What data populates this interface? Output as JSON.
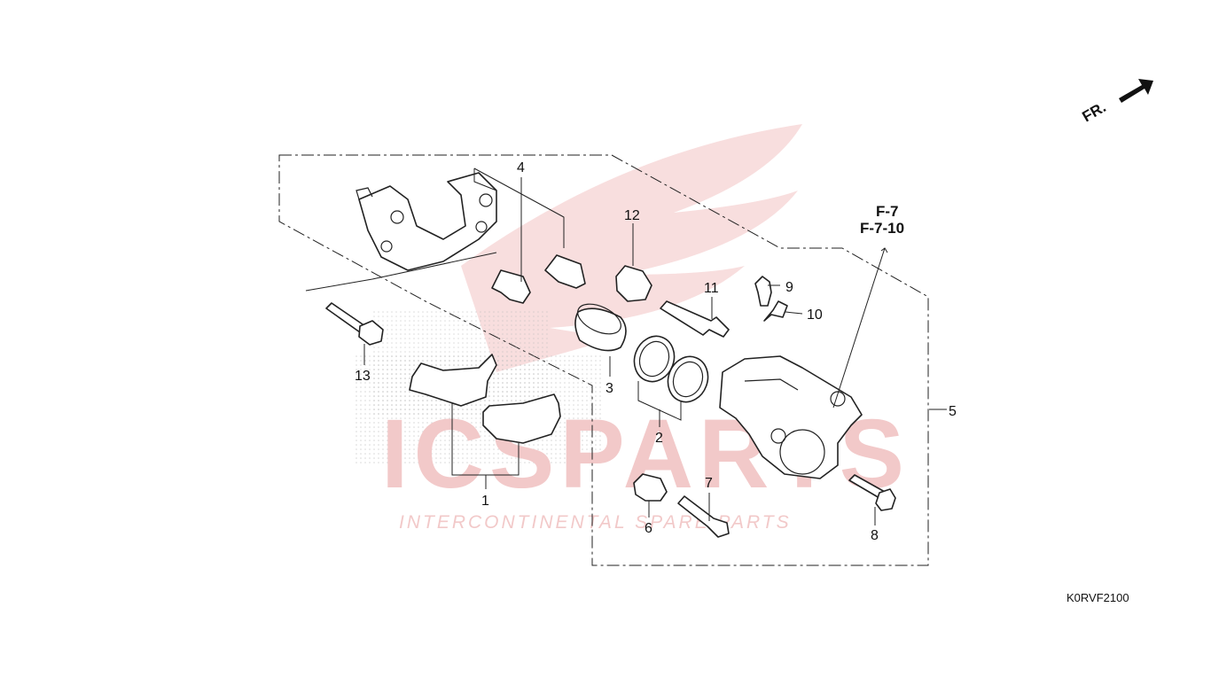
{
  "diagram": {
    "callouts": [
      "1",
      "2",
      "3",
      "4",
      "5",
      "6",
      "7",
      "8",
      "9",
      "10",
      "11",
      "12",
      "13"
    ],
    "reference_lines": [
      "F-7",
      "F-7-10"
    ],
    "front_indicator": "FR.",
    "figure_code": "K0RVF2100"
  },
  "watermark": {
    "brand": "ICSPARTS",
    "tagline": "INTERCONTINENTAL SPARE PARTS"
  },
  "colors": {
    "line": "#222222",
    "watermark": "#f2c9c9",
    "background": "#ffffff"
  }
}
